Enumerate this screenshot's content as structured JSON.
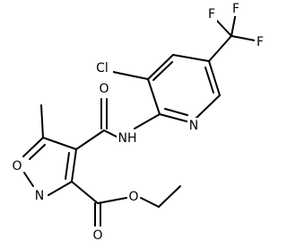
{
  "atoms": {
    "cl": "Cl",
    "f_top": "F",
    "f_right": "F",
    "f_mid": "F",
    "o_carbonyl": "O",
    "nh": "NH",
    "n_pyridine": "N",
    "o_ring": "O",
    "n_ring": "N",
    "o_ester_carbonyl": "O",
    "o_ester": "O"
  },
  "colors": {
    "bond": "#000000",
    "text": "#000000",
    "background": "#ffffff"
  }
}
